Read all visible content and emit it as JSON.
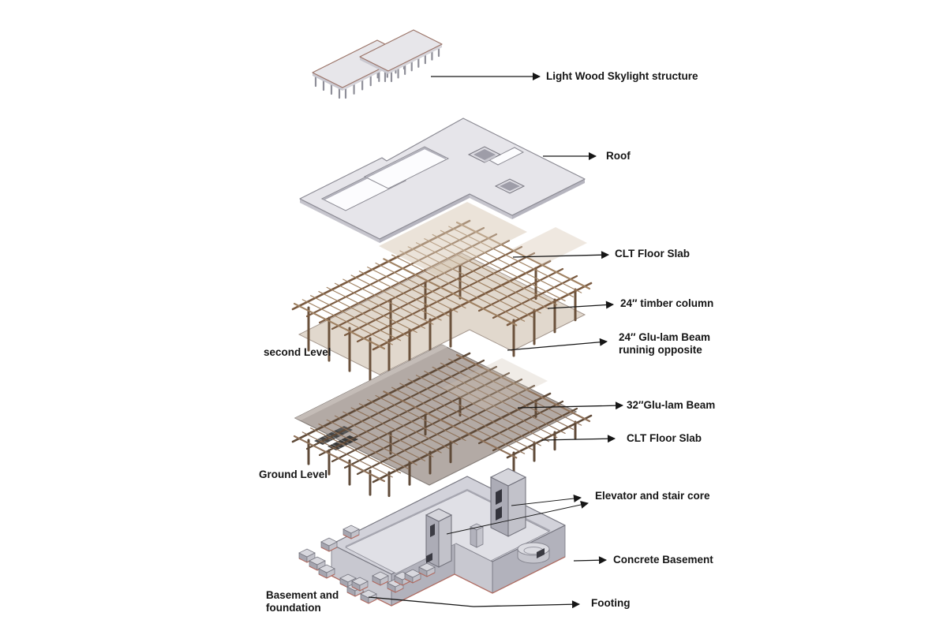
{
  "labels": {
    "skylight": "Light Wood Skylight structure",
    "roof": "Roof",
    "clt_floor_slab_upper": "CLT Floor Slab",
    "timber_column": "24″ timber column",
    "glulam_24_line1": "24″ Glu-lam Beam",
    "glulam_24_line2": "runinig opposite",
    "glulam_32": "32″Glu-lam Beam",
    "clt_floor_slab_lower": "CLT Floor Slab",
    "elevator_core": "Elevator and stair core",
    "concrete_basement": "Concrete Basement",
    "footing": "Footing",
    "second_level": "second Level",
    "ground_level": "Ground Level",
    "basement_level_line1": "Basement and",
    "basement_level_line2": "foundation"
  },
  "colors": {
    "ink": "#161616",
    "timber_dark": "#7a5a40",
    "timber_light": "#a08263",
    "timber_dark2": "#5f4a38",
    "timber_light2": "#8f725a",
    "column": "#6b523c",
    "roof_slab": "#e6e5ea",
    "clt_tan": "#cfc0ae",
    "ground_slab": "#b3aaa5",
    "concrete": "#c8c8d0",
    "footing_accent": "#b5685c",
    "leg_gray": "#8f8f99"
  }
}
